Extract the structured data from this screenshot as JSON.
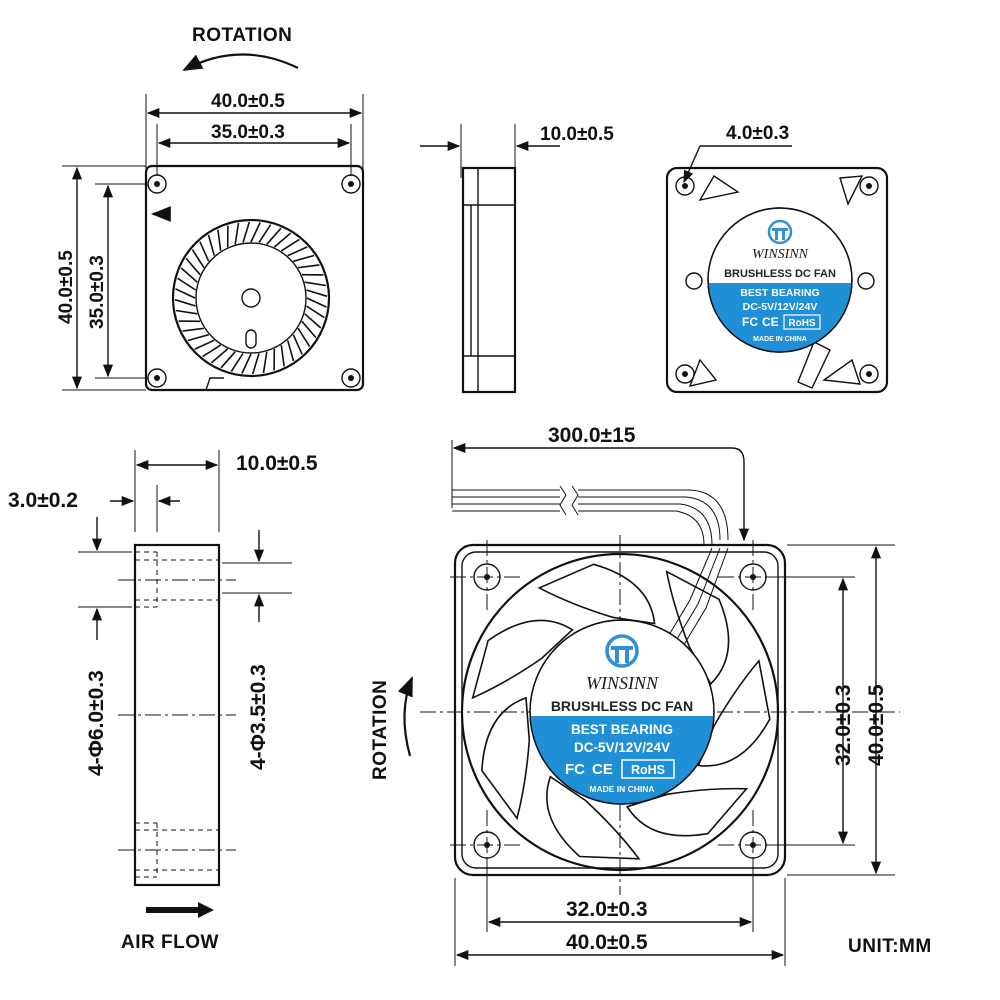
{
  "top_view": {
    "rotation_label": "ROTATION",
    "overall_width": "40.0±0.5",
    "hole_spacing_width": "35.0±0.3",
    "overall_height": "40.0±0.5",
    "hole_spacing_height": "35.0±0.3"
  },
  "side_view_top": {
    "thickness": "10.0±0.5"
  },
  "label_view_small": {
    "hole_dia": "4.0±0.3",
    "brand": "WINSINN",
    "product": "BRUSHLESS DC FAN",
    "bearing": "BEST BEARING",
    "voltage": "DC-5V/12V/24V",
    "cert_fc": "FC",
    "cert_ce": "CE",
    "cert_rohs": "RoHS",
    "origin": "MADE IN CHINA"
  },
  "side_section": {
    "thickness": "10.0±0.5",
    "flange": "3.0±0.2",
    "counterbore": "4-Φ6.0±0.3",
    "through_hole": "4-Φ3.5±0.3",
    "airflow_label": "AIR FLOW"
  },
  "front_view": {
    "cable_length": "300.0±15",
    "rotation_label": "ROTATION",
    "hole_spacing_height": "32.0±0.3",
    "overall_height": "40.0±0.5",
    "hole_spacing_width": "32.0±0.3",
    "overall_width": "40.0±0.5",
    "brand": "WINSINN",
    "product": "BRUSHLESS DC FAN",
    "bearing": "BEST BEARING",
    "voltage": "DC-5V/12V/24V",
    "cert_fc": "FC",
    "cert_ce": "CE",
    "cert_rohs": "RoHS",
    "origin": "MADE IN CHINA"
  },
  "unit_label": "UNIT:MM",
  "colors": {
    "label_blue": "#1f8fd6",
    "logo_blue": "#2f8fd8",
    "ink": "#111111"
  }
}
